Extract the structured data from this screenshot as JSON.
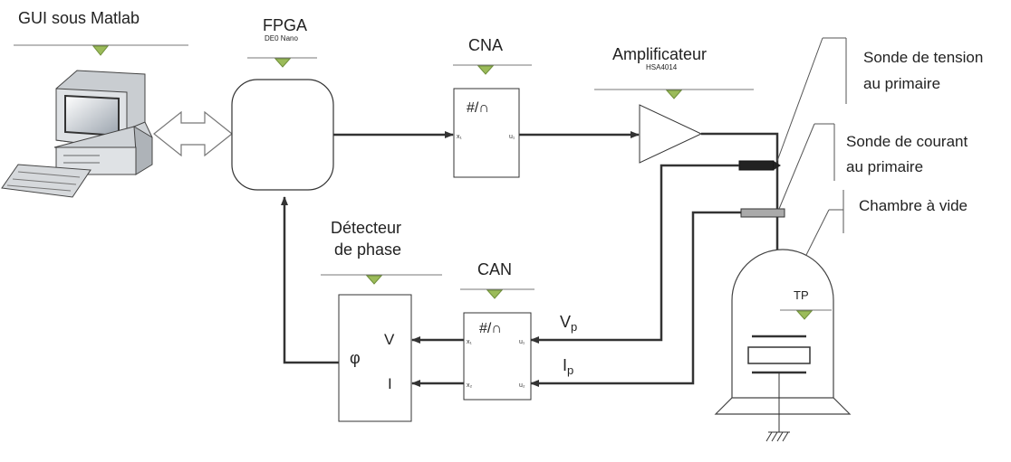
{
  "gui": {
    "title": "GUI sous Matlab"
  },
  "fpga": {
    "title": "FPGA",
    "subtitle": "DE0 Nano"
  },
  "cna": {
    "title": "CNA",
    "symbol": "#/∩",
    "pin_in": "x₁",
    "pin_out": "u₁"
  },
  "amplifier": {
    "title": "Amplificateur",
    "subtitle": "HSA4014"
  },
  "phase_detector": {
    "title_line1": "Détecteur",
    "title_line2": "de phase",
    "phi": "φ",
    "v": "V",
    "i": "I"
  },
  "can": {
    "title": "CAN",
    "symbol": "#/∩",
    "pin_x1": "x₁",
    "pin_x2": "x₂",
    "pin_u1": "u₁",
    "pin_u2": "u₂"
  },
  "signals": {
    "vp_main": "V",
    "vp_sub": "p",
    "ip_main": "I",
    "ip_sub": "p"
  },
  "voltage_probe": {
    "line1": "Sonde de tension",
    "line2": "au primaire"
  },
  "current_probe": {
    "line1": "Sonde de courant",
    "line2": "au primaire"
  },
  "chamber": {
    "label": "Chambre à vide",
    "tp": "TP"
  },
  "colors": {
    "marker": "#9bbb59",
    "marker_stroke": "#6f8f3a",
    "line": "#333333"
  }
}
